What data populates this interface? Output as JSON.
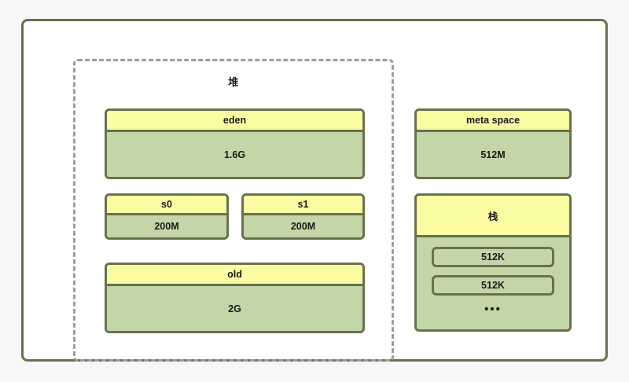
{
  "diagram": {
    "title_hidden": "",
    "outer_frame_name": "jvm-memory-outer-frame",
    "colors": {
      "border": "#69714e",
      "header_fill": "#fbfba2",
      "body_fill": "#c2d6a8",
      "dashed_border": "#9d9d9d",
      "page_background": "#f7f7f7",
      "inner_background": "#ffffff"
    }
  },
  "heap": {
    "label": "堆",
    "blocks": [
      {
        "header": "eden",
        "value": "1.6G"
      },
      {
        "header": "s0",
        "value": "200M"
      },
      {
        "header": "s1",
        "value": "200M"
      },
      {
        "header": "old",
        "value": "2G"
      }
    ]
  },
  "non_heap": {
    "meta_space": {
      "header": "meta space",
      "value": "512M"
    },
    "stack": {
      "header": "栈",
      "frames": [
        "512K",
        "512K"
      ],
      "ellipsis": "•••"
    }
  }
}
